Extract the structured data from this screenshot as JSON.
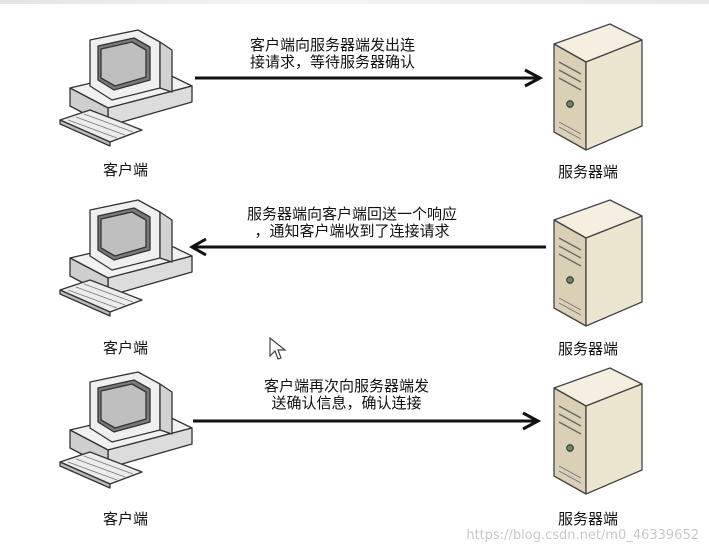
{
  "client_label": "客户端",
  "server_label": "服务器端",
  "steps": [
    {
      "line1": "客户端向服务器端发出连",
      "line2": "接请求，等待服务器确认",
      "direction": "to-server"
    },
    {
      "line1": "服务器端向客户端回送一个响应",
      "line2": "，通知客户端收到了连接请求",
      "direction": "to-client"
    },
    {
      "line1": "客户端再次向服务器端发",
      "line2": "送确认信息，确认连接",
      "direction": "to-server"
    }
  ],
  "watermark": "https://blog.csdn.net/m0_46339652",
  "colors": {
    "arrow": "#111111",
    "server_body": "#e7e1cf",
    "monitor_body": "#ececec"
  }
}
